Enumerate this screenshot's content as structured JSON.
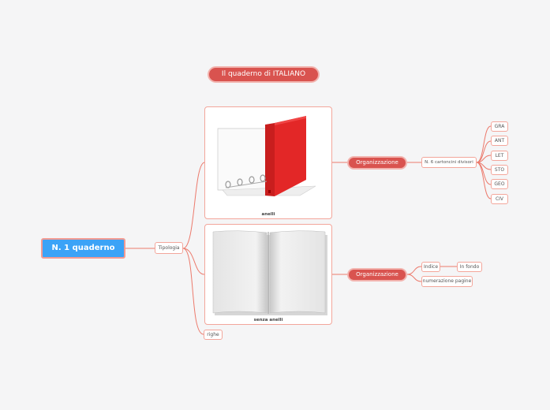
{
  "title": "Il quaderno di ITALIANO",
  "root": "N. 1 quaderno",
  "tipologia": "Tipologia",
  "righe": "righe",
  "card_top": {
    "caption": "anelli"
  },
  "card_bottom": {
    "caption": "senza anelli"
  },
  "org_top": {
    "label": "Organizzazione",
    "divider": "N. 6 cartoncini divisori",
    "subjects": [
      "GRA",
      "ANT",
      "LET",
      "STO",
      "GEO",
      "CIV"
    ]
  },
  "org_bottom": {
    "label": "Organizzazione",
    "indice": "Indice",
    "in_fondo": "In fondo",
    "numerazione": "numerazione pagine"
  },
  "colors": {
    "root": "#3ba3f7",
    "pill": "#d9534f",
    "border": "#f3a69b",
    "link": "#ec7a6c"
  }
}
